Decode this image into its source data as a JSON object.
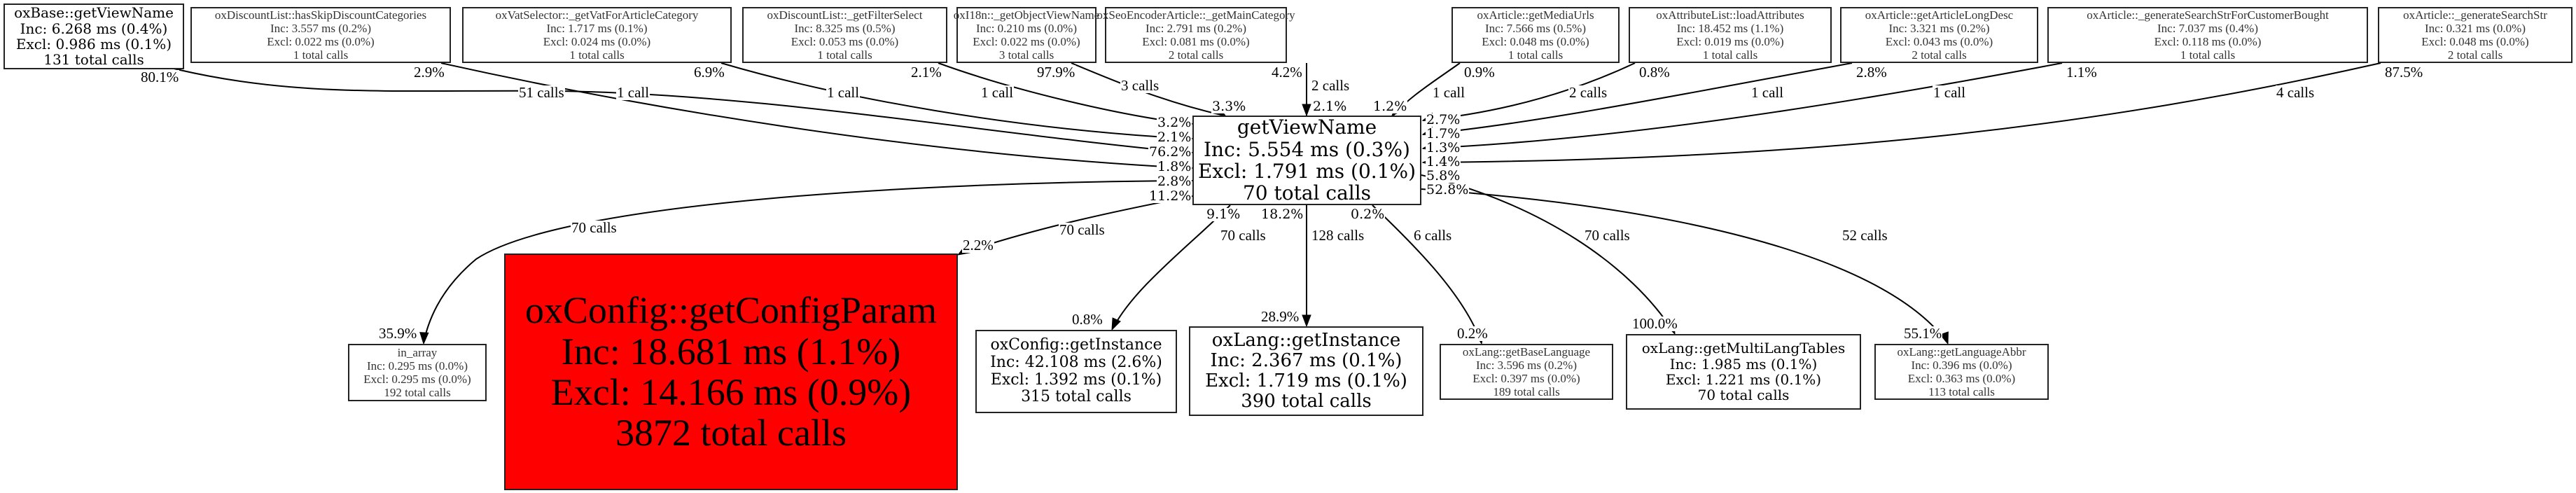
{
  "graph": {
    "title": "Call graph: getViewName",
    "accent_hot": "#ff0000",
    "center": {
      "name": "getViewName",
      "inc": "Inc: 5.554 ms (0.3%)",
      "excl": "Excl: 1.791 ms (0.1%)",
      "calls": "70 total calls"
    },
    "callers": [
      {
        "name": "oxBase::getViewName",
        "inc": "Inc: 6.268 ms (0.4%)",
        "excl": "Excl: 0.986 ms (0.1%)",
        "calls": "131 total calls",
        "out_pct": "80.1%",
        "edge_calls": "51 calls",
        "in_pct": "76.2%"
      },
      {
        "name": "oxDiscountList::hasSkipDiscountCategories",
        "inc": "Inc: 3.557 ms (0.2%)",
        "excl": "Excl: 0.022 ms (0.0%)",
        "calls": "1 total calls",
        "out_pct": "2.9%",
        "edge_calls": "1 call",
        "in_pct": "1.8%"
      },
      {
        "name": "oxVatSelector::_getVatForArticleCategory",
        "inc": "Inc: 1.717 ms (0.1%)",
        "excl": "Excl: 0.024 ms (0.0%)",
        "calls": "1 total calls",
        "out_pct": "6.9%",
        "edge_calls": "1 call",
        "in_pct": "2.1%"
      },
      {
        "name": "oxDiscountList::_getFilterSelect",
        "inc": "Inc: 8.325 ms (0.5%)",
        "excl": "Excl: 0.053 ms (0.0%)",
        "calls": "1 total calls",
        "out_pct": "2.1%",
        "edge_calls": "1 call",
        "in_pct": "3.2%"
      },
      {
        "name": "oxI18n::_getObjectViewName",
        "inc": "Inc: 0.210 ms (0.0%)",
        "excl": "Excl: 0.022 ms (0.0%)",
        "calls": "3 total calls",
        "out_pct": "97.9%",
        "edge_calls": "3 calls",
        "in_pct": "3.3%"
      },
      {
        "name": "oxSeoEncoderArticle::_getMainCategory",
        "inc": "Inc: 2.791 ms (0.2%)",
        "excl": "Excl: 0.081 ms (0.0%)",
        "calls": "2 total calls",
        "out_pct": "4.2%",
        "edge_calls": "2 calls",
        "in_pct": "2.1%"
      },
      {
        "name": "oxArticle::getMediaUrls",
        "inc": "Inc: 7.566 ms (0.5%)",
        "excl": "Excl: 0.048 ms (0.0%)",
        "calls": "1 total calls",
        "out_pct": "0.9%",
        "edge_calls": "1 call",
        "in_pct": "1.2%"
      },
      {
        "name": "oxAttributeList::loadAttributes",
        "inc": "Inc: 18.452 ms (1.1%)",
        "excl": "Excl: 0.019 ms (0.0%)",
        "calls": "1 total calls",
        "out_pct": "0.8%",
        "edge_calls": "2 calls",
        "in_pct": "2.7%"
      },
      {
        "name": "oxArticle::getArticleLongDesc",
        "inc": "Inc: 3.321 ms (0.2%)",
        "excl": "Excl: 0.043 ms (0.0%)",
        "calls": "2 total calls",
        "out_pct": "2.8%",
        "edge_calls": "1 call",
        "in_pct": "1.7%"
      },
      {
        "name": "oxArticle::_generateSearchStrForCustomerBought",
        "inc": "Inc: 7.037 ms (0.4%)",
        "excl": "Excl: 0.118 ms (0.0%)",
        "calls": "1 total calls",
        "out_pct": "1.1%",
        "edge_calls": "1 call",
        "in_pct": "1.3%"
      },
      {
        "name": "oxArticle::_generateSearchStr",
        "inc": "Inc: 0.321 ms (0.0%)",
        "excl": "Excl: 0.048 ms (0.0%)",
        "calls": "2 total calls",
        "out_pct": "87.5%",
        "edge_calls": "4 calls",
        "in_pct": "1.4%"
      }
    ],
    "callees": [
      {
        "name": "in_array",
        "inc": "Inc: 0.295 ms (0.0%)",
        "excl": "Excl: 0.295 ms (0.0%)",
        "calls": "192 total calls",
        "out_pct": "2.8%",
        "edge_calls": "70 calls",
        "in_pct": "35.9%"
      },
      {
        "name": "oxConfig::getConfigParam",
        "inc": "Inc: 18.681 ms (1.1%)",
        "excl": "Excl: 14.166 ms (0.9%)",
        "calls": "3872 total calls",
        "out_pct": "11.2%",
        "edge_calls": "70 calls",
        "in_pct": "2.2%"
      },
      {
        "name": "oxConfig::getInstance",
        "inc": "Inc: 42.108 ms (2.6%)",
        "excl": "Excl: 1.392 ms (0.1%)",
        "calls": "315 total calls",
        "out_pct": "9.1%",
        "edge_calls": "70 calls",
        "in_pct": "0.8%"
      },
      {
        "name": "oxLang::getInstance",
        "inc": "Inc: 2.367 ms (0.1%)",
        "excl": "Excl: 1.719 ms (0.1%)",
        "calls": "390 total calls",
        "out_pct": "18.2%",
        "edge_calls": "128 calls",
        "in_pct": "28.9%"
      },
      {
        "name": "oxLang::getBaseLanguage",
        "inc": "Inc: 3.596 ms (0.2%)",
        "excl": "Excl: 0.397 ms (0.0%)",
        "calls": "189 total calls",
        "out_pct": "0.2%",
        "edge_calls": "6 calls",
        "in_pct": "0.2%"
      },
      {
        "name": "oxLang::getMultiLangTables",
        "inc": "Inc: 1.985 ms (0.1%)",
        "excl": "Excl: 1.221 ms (0.1%)",
        "calls": "70 total calls",
        "out_pct": "5.8%",
        "edge_calls": "70 calls",
        "in_pct": "100.0%"
      },
      {
        "name": "oxLang::getLanguageAbbr",
        "inc": "Inc: 0.396 ms (0.0%)",
        "excl": "Excl: 0.363 ms (0.0%)",
        "calls": "113 total calls",
        "out_pct": "52.8%",
        "edge_calls": "52 calls",
        "in_pct": "55.1%"
      }
    ]
  }
}
